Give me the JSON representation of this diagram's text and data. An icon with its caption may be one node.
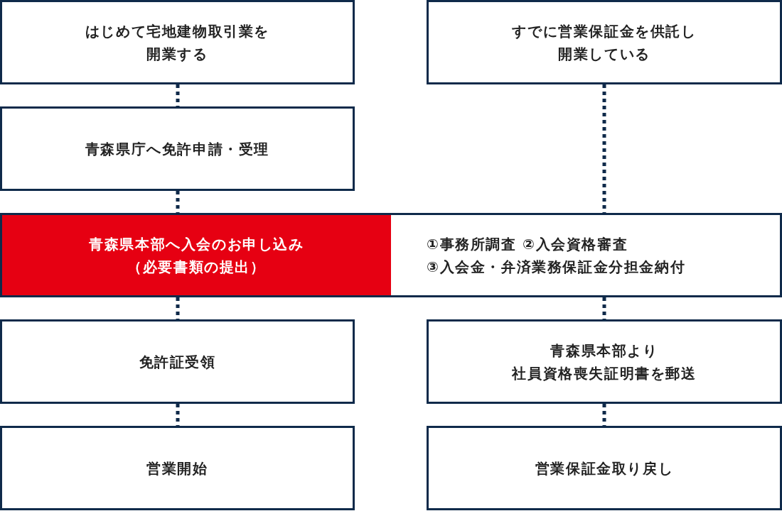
{
  "diagram": {
    "nodes": [
      {
        "text": [
          "はじめて宅地建物取引業を開業する"
        ]
      },
      {
        "text": [
          "すでに営業保証金を供託し開業している"
        ]
      },
      {
        "text": [
          "青森県庁へ免許申請・受理"
        ]
      },
      {
        "text": [
          "青森県本部へ入会のお申し込み（必要書類の提出）"
        ]
      },
      {
        "text": [
          "①事務所調査 ②入会資格審査",
          "③入会金・弁済業務保証金分担金納付"
        ]
      },
      {
        "text": [
          "免許証受領"
        ]
      },
      {
        "text": [
          "青森県本部より社員資格喪失証明書を郵送"
        ]
      },
      {
        "text": [
          "営業開始"
        ]
      },
      {
        "text": [
          "営業保証金取り戻し"
        ]
      }
    ],
    "edges": [
      {
        "from": 0,
        "to": 2,
        "arrow": "none"
      },
      {
        "from": 1,
        "to": 4,
        "arrow": "none"
      },
      {
        "from": 2,
        "to": 3,
        "arrow": "none"
      },
      {
        "from": 3,
        "to": 5,
        "arrow": "none"
      },
      {
        "from": 4,
        "to": 6,
        "arrow": "none"
      },
      {
        "from": 5,
        "to": 7,
        "arrow": "none"
      },
      {
        "from": 6,
        "to": 8,
        "arrow": "none"
      }
    ]
  }
}
